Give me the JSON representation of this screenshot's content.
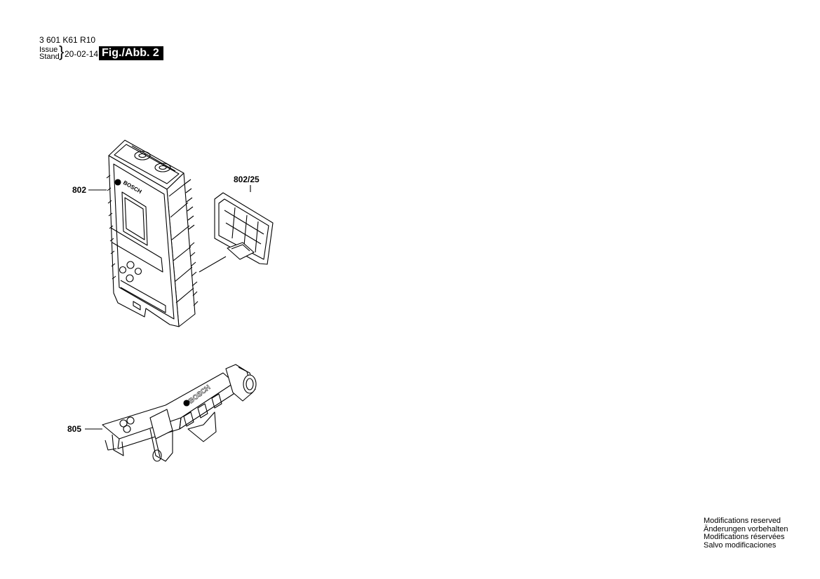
{
  "header": {
    "part_code": "3 601 K61 R10",
    "issue_label": "Issue",
    "stand_label": "Stand",
    "brace": "}",
    "date": "20-02-14",
    "figure": "Fig./Abb. 2"
  },
  "callouts": {
    "receiver": "802",
    "battery_cover": "802/25",
    "holder": "805"
  },
  "product": {
    "brand_receiver": "BOSCH",
    "brand_holder": "BOSCH"
  },
  "footer": {
    "lines": [
      "Modifications reserved",
      "Änderungen vorbehalten",
      "Modifications réservées",
      "Salvo modificaciones"
    ]
  }
}
